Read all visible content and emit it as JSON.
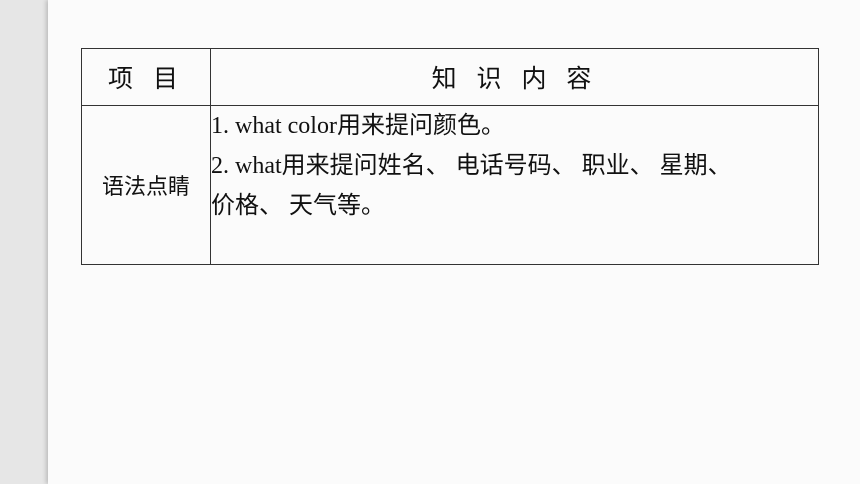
{
  "table": {
    "header": {
      "item": "项 目",
      "content": "知 识 内 容"
    },
    "rows": [
      {
        "item": "语法点睛",
        "lines": [
          "1. what color用来提问颜色。",
          "2. what用来提问姓名、 电话号码、 职业、 星期、",
          "价格、 天气等。"
        ]
      }
    ]
  }
}
